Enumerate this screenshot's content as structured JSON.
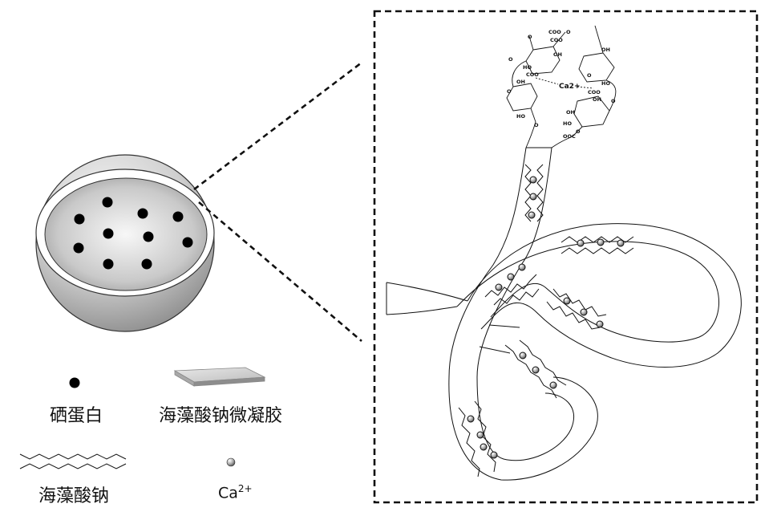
{
  "legend": {
    "selenoprotein": "硒蛋白",
    "alginate_gel": "海藻酸钠微凝胶",
    "alginate": "海藻酸钠",
    "calcium_base": "Ca",
    "calcium_charge": "2+"
  },
  "molecule": {
    "ion_label": "Ca2+",
    "group_coo": "COO",
    "group_oh": "OH",
    "group_ho": "HO",
    "group_o": "O",
    "group_ooc": "OOC"
  },
  "colors": {
    "line": "#111111",
    "shell_light": "#f2f2f2",
    "shell_dark": "#8c8c8c",
    "core_light": "#f6f6f6",
    "core_dark": "#9a9a9a",
    "dot": "#000000"
  }
}
